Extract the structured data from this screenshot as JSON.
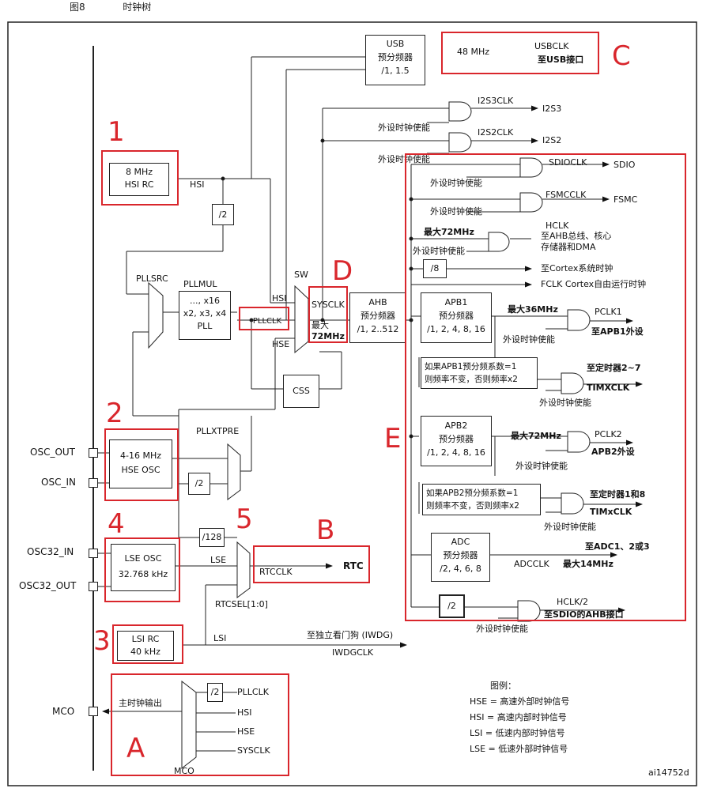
{
  "caption": {
    "fig": "图8",
    "title": "时钟树"
  },
  "boxes": {
    "usb": {
      "l1": "USB",
      "l2": "预分频器",
      "l3": "/1, 1.5"
    },
    "hsi": {
      "l1": "8 MHz",
      "l2": "HSI RC"
    },
    "div2_hsi": "/2",
    "pll": {
      "l1": "..., x16",
      "l2": "x2, x3, x4",
      "l3": "PLL"
    },
    "pllclk": "PLLCLK",
    "sysclk": {
      "l1": "SYSCLK",
      "l2": "最大",
      "l3": "72MHz"
    },
    "ahb": {
      "l1": "AHB",
      "l2": "预分频器",
      "l3": "/1, 2..512"
    },
    "css": "CSS",
    "hse": {
      "l1": "4-16 MHz",
      "l2": "HSE OSC"
    },
    "div2_hse": "/2",
    "div128": "/128",
    "lse": {
      "l1": "LSE OSC",
      "l2": "32.768 kHz"
    },
    "lsi": {
      "l1": "LSI RC",
      "l2": "40 kHz"
    },
    "div8": "/8",
    "apb1": {
      "l1": "APB1",
      "l2": "预分频器",
      "l3": "/1, 2, 4, 8, 16"
    },
    "apb1note": {
      "l1": "如果APB1预分频系数=1",
      "l2": "则频率不变，否则频率x2"
    },
    "apb2": {
      "l1": "APB2",
      "l2": "预分频器",
      "l3": "/1, 2, 4, 8, 16"
    },
    "apb2note": {
      "l1": "如果APB2预分频系数=1",
      "l2": "则频率不变，否则频率x2"
    },
    "adc": {
      "l1": "ADC",
      "l2": "预分频器",
      "l3": "/2, 4, 6, 8"
    },
    "div2_sdio": "/2",
    "mco_div2": "/2"
  },
  "labels": {
    "usb_48": "48 MHz",
    "usbclk": "USBCLK",
    "to_usb": "至USB接口",
    "i2s3clk": "I2S3CLK",
    "i2s3": "I2S3",
    "i2s2clk": "I2S2CLK",
    "i2s2": "I2S2",
    "pe1": "外设时钟使能",
    "pe2": "外设时钟使能",
    "sdioclk": "SDIOCLK",
    "sdio": "SDIO",
    "pe3": "外设时钟使能",
    "fsmcclk": "FSMCCLK",
    "fsmc": "FSMC",
    "pe4": "外设时钟使能",
    "max72_hclk": "最大72MHz",
    "hclk": "HCLK",
    "hclk_to1": "至AHB总线、核心",
    "hclk_to2": "存储器和DMA",
    "pe5": "外设时钟使能",
    "to_cortex": "至Cortex系统时钟",
    "fclk": "FCLK Cortex自由运行时钟",
    "hsi": "HSI",
    "pllsrc": "PLLSRC",
    "pllmul": "PLLMUL",
    "sw": "SW",
    "sw_hsi": "HSI",
    "sw_hse": "HSE",
    "max36": "最大36MHz",
    "pclk1": "PCLK1",
    "pe6": "外设时钟使能",
    "to_apb1": "至APB1外设",
    "to_tim27": "至定时器2~7",
    "timxclk": "TIMXCLK",
    "pe7": "外设时钟使能",
    "osc_out": "OSC_OUT",
    "osc_in": "OSC_IN",
    "pllxtpre": "PLLXTPRE",
    "max72_pclk2": "最大72MHz",
    "pclk2": "PCLK2",
    "pe8": "外设时钟使能",
    "to_apb2": "APB2外设",
    "to_tim18": "至定时器1和8",
    "timxclk2": "TIMxCLK",
    "pe9": "外设时钟使能",
    "osc32_in": "OSC32_IN",
    "osc32_out": "OSC32_OUT",
    "lse": "LSE",
    "rtcclk": "RTCCLK",
    "rtc": "RTC",
    "rtcsel": "RTCSEL[1:0]",
    "to_adc": "至ADC1、2或3",
    "adcclk": "ADCCLK",
    "max14": "最大14MHz",
    "hclk2": "HCLK/2",
    "to_sdio_ahb": "至SDIO的AHB接口",
    "pe10": "外设时钟使能",
    "lsi": "LSI",
    "to_iwdg": "至独立看门狗 (IWDG)",
    "iwdgclk": "IWDGCLK",
    "mco_main": "主时钟输出",
    "mco_pllclk": "PLLCLK",
    "mco_hsi": "HSI",
    "mco_hse": "HSE",
    "mco_sysclk": "SYSCLK",
    "mco_pin": "MCO",
    "mco_mux": "MCO",
    "legend_title": "图例：",
    "legend_hse": "HSE = 高速外部时钟信号",
    "legend_hsi": "HSI = 高速内部时钟信号",
    "legend_lsi": "LSI = 低速内部时钟信号",
    "legend_lse": "LSE = 低速外部时钟信号",
    "figure_id": "ai14752d"
  },
  "annotations": {
    "n1": "1",
    "n2": "2",
    "n3": "3",
    "n4": "4",
    "n5": "5",
    "A": "A",
    "B": "B",
    "C": "C",
    "D": "D",
    "E": "E"
  },
  "colors": {
    "annotation": "#d9262c",
    "line": "#222222"
  }
}
